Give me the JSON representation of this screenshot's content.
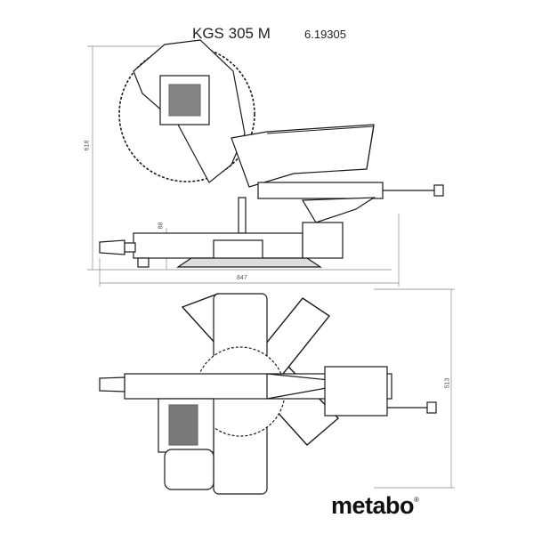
{
  "header": {
    "model": "KGS 305 M",
    "article_number": "6.19305"
  },
  "dimensions": {
    "height": "618",
    "table_height": "88",
    "length": "847",
    "width": "513"
  },
  "logo": {
    "brand": "metabo",
    "registered": "®"
  },
  "colors": {
    "line": "#1a1a1a",
    "dimension_line": "#888888"
  }
}
